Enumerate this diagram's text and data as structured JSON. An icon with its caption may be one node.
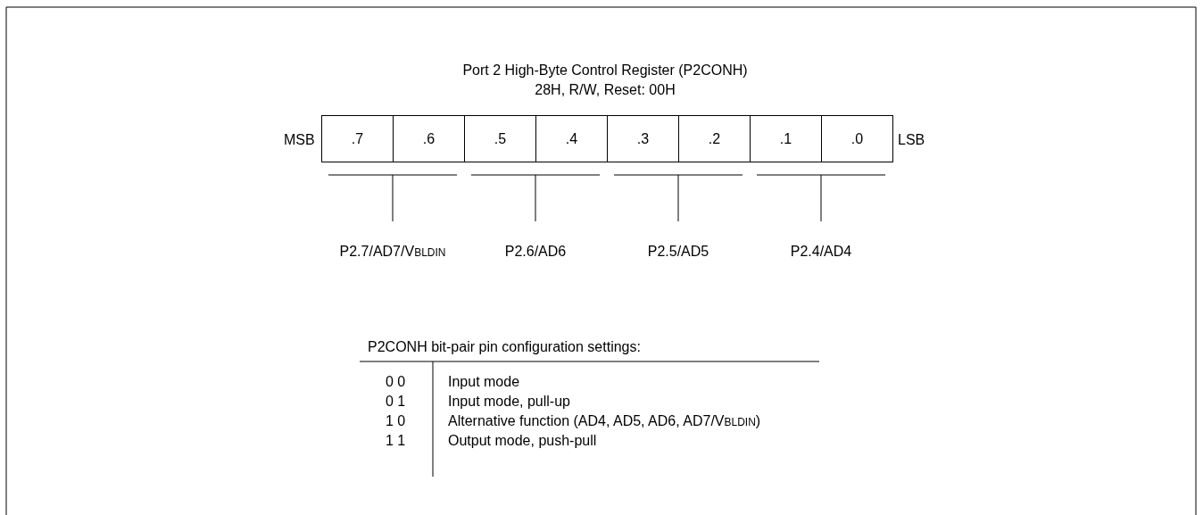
{
  "diagram": {
    "title": "Port 2 High-Byte Control Register (P2CONH)",
    "nodes": [
      {
        "text": [
          ".7"
        ]
      },
      {
        "text": [
          ".6"
        ]
      },
      {
        "text": [
          ".5"
        ]
      },
      {
        "text": [
          ".4"
        ]
      },
      {
        "text": [
          ".3"
        ]
      },
      {
        "text": [
          ".2"
        ]
      },
      {
        "text": [
          ".1"
        ]
      },
      {
        "text": [
          ".0"
        ]
      }
    ],
    "labels": [
      "28H, R/W, Reset: 00H",
      "MSB",
      "LSB",
      "P2.7/AD7/V$_{BLDIN}$",
      "P2.6/AD6",
      "P2.5/AD5",
      "P2.4/AD4",
      "P2CONH bit-pair pin configuration settings:",
      "0 0",
      "Input mode",
      "0 1",
      "Input mode, pull-up",
      "1 0",
      "Alternative function (AD4, AD5, AD6, AD7/V$_{BLDIN}$)",
      "1 1",
      "Output mode, push-pull"
    ]
  }
}
